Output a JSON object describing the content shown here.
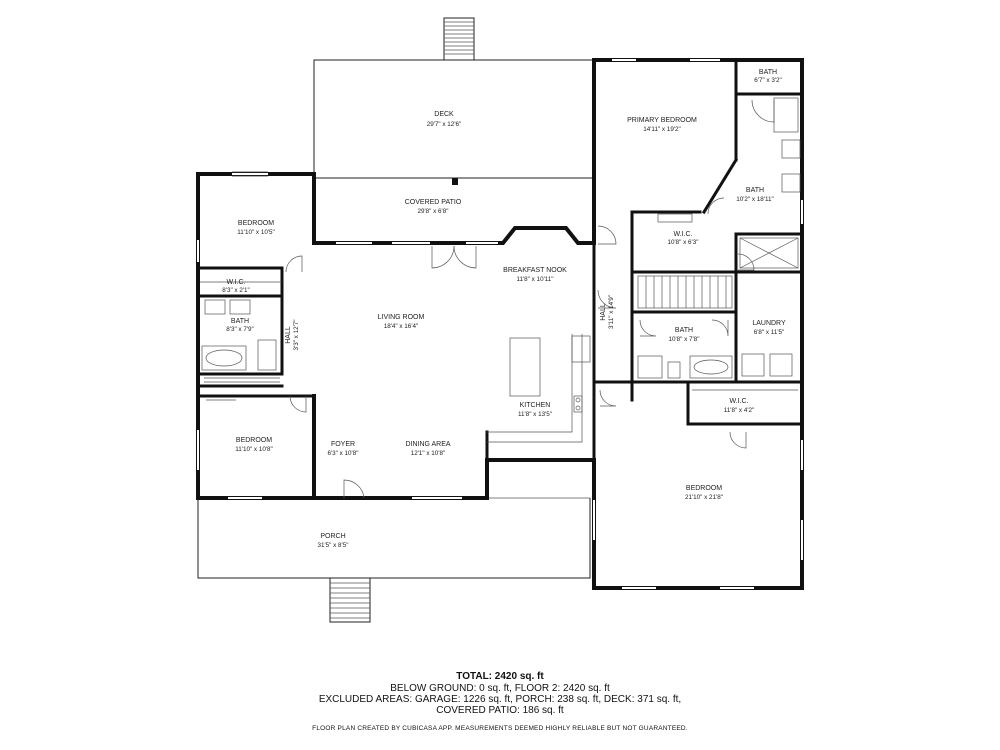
{
  "rooms": {
    "deck": {
      "name": "DECK",
      "dim": "29'7\" x 12'6\""
    },
    "covered_patio": {
      "name": "COVERED PATIO",
      "dim": "29'8\" x 6'8\""
    },
    "primary_bedroom": {
      "name": "PRIMARY BEDROOM",
      "dim": "14'11\" x 19'2\""
    },
    "bath_small": {
      "name": "BATH",
      "dim": "6'7\" x 3'2\""
    },
    "bath_primary": {
      "name": "BATH",
      "dim": "10'2\" x 18'11\""
    },
    "wic_primary": {
      "name": "W.I.C.",
      "dim": "10'8\" x 6'3\""
    },
    "bedroom_nw": {
      "name": "BEDROOM",
      "dim": "11'10\" x 10'5\""
    },
    "wic_west": {
      "name": "W.I.C.",
      "dim": "8'3\" x 2'1\""
    },
    "bath_west": {
      "name": "BATH",
      "dim": "8'3\" x 7'9\""
    },
    "hall_west": {
      "name": "HALL",
      "dim": "3'3\" x 12'7\""
    },
    "living_room": {
      "name": "LIVING ROOM",
      "dim": "18'4\" x 16'4\""
    },
    "breakfast_nook": {
      "name": "BREAKFAST NOOK",
      "dim": "11'8\" x 10'11\""
    },
    "hall_east": {
      "name": "HALL",
      "dim": "3'11\" x 14'9\""
    },
    "bath_center": {
      "name": "BATH",
      "dim": "10'8\" x 7'8\""
    },
    "laundry": {
      "name": "LAUNDRY",
      "dim": "6'8\" x 11'5\""
    },
    "kitchen": {
      "name": "KITCHEN",
      "dim": "11'8\" x 13'5\""
    },
    "wic_east": {
      "name": "W.I.C.",
      "dim": "11'8\" x 4'2\""
    },
    "bedroom_sw": {
      "name": "BEDROOM",
      "dim": "11'10\" x 10'8\""
    },
    "foyer": {
      "name": "FOYER",
      "dim": "6'3\" x 10'8\""
    },
    "dining_area": {
      "name": "DINING AREA",
      "dim": "12'1\" x 10'8\""
    },
    "bedroom_se": {
      "name": "BEDROOM",
      "dim": "21'10\" x 21'8\""
    },
    "porch": {
      "name": "PORCH",
      "dim": "31'5\" x 8'5\""
    }
  },
  "summary": {
    "total": "TOTAL: 2420 sq. ft",
    "below": "BELOW GROUND: 0 sq. ft, FLOOR 2: 2420 sq. ft",
    "excluded_1": "EXCLUDED AREAS: GARAGE: 1226 sq. ft, PORCH: 238 sq. ft, DECK: 371 sq. ft,",
    "excluded_2": "COVERED PATIO: 186 sq. ft",
    "disclaimer": "FLOOR PLAN CREATED BY CUBICASA APP. MEASUREMENTS DEEMED HIGHLY RELIABLE BUT NOT GUARANTEED."
  }
}
